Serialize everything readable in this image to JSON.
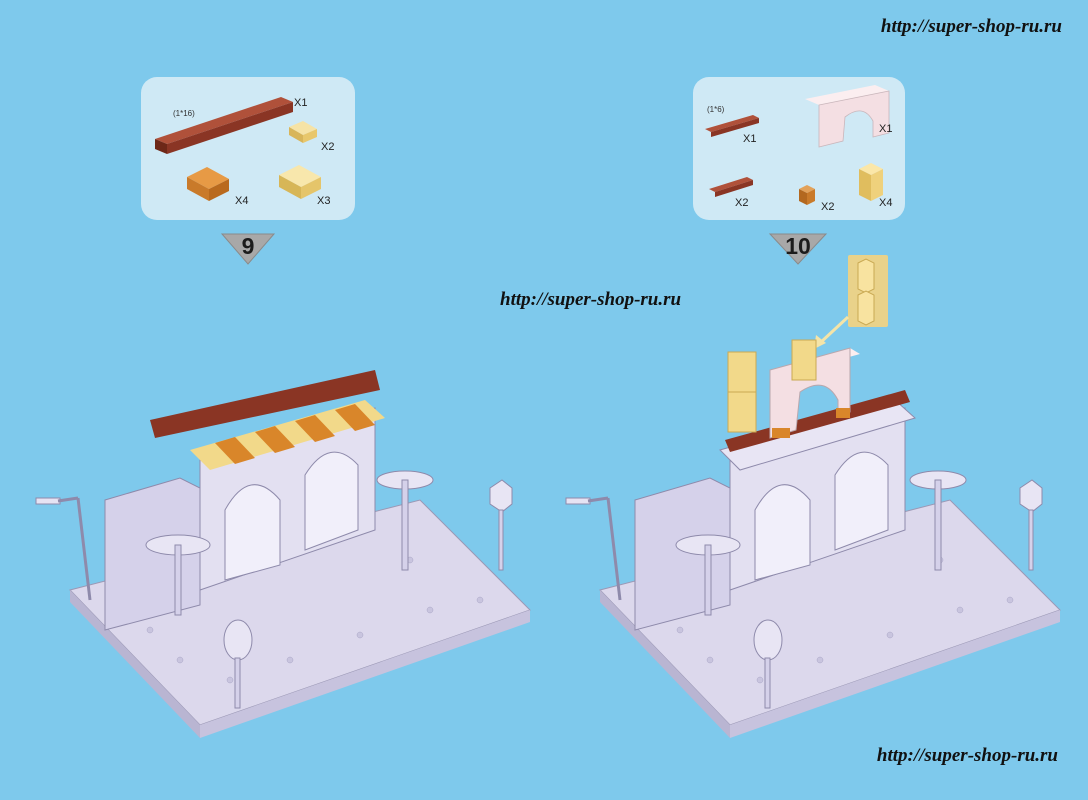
{
  "watermarks": {
    "top": "http://super-shop-ru.ru",
    "middle": "http://super-shop-ru.ru",
    "bottom": "http://super-shop-ru.ru"
  },
  "step9": {
    "number": "9",
    "parts": {
      "long_brick_size": "(1*16)",
      "long_brick_qty": "X1",
      "small_slope_qty": "X2",
      "orange_slope_qty": "X4",
      "yellow_slope_qty": "X3"
    }
  },
  "step10": {
    "number": "10",
    "parts": {
      "plate_size": "(1*6)",
      "plate_qty": "X1",
      "arch_qty": "X1",
      "short_plate_qty": "X2",
      "small_brick_qty": "X2",
      "tall_brick_qty": "X4"
    }
  },
  "colors": {
    "background": "#7ec9ec",
    "panel": "#cfe9f5",
    "brown": "#8a3524",
    "orange": "#d9862a",
    "yellow": "#f2d98a",
    "model": "#dcd8ec"
  }
}
